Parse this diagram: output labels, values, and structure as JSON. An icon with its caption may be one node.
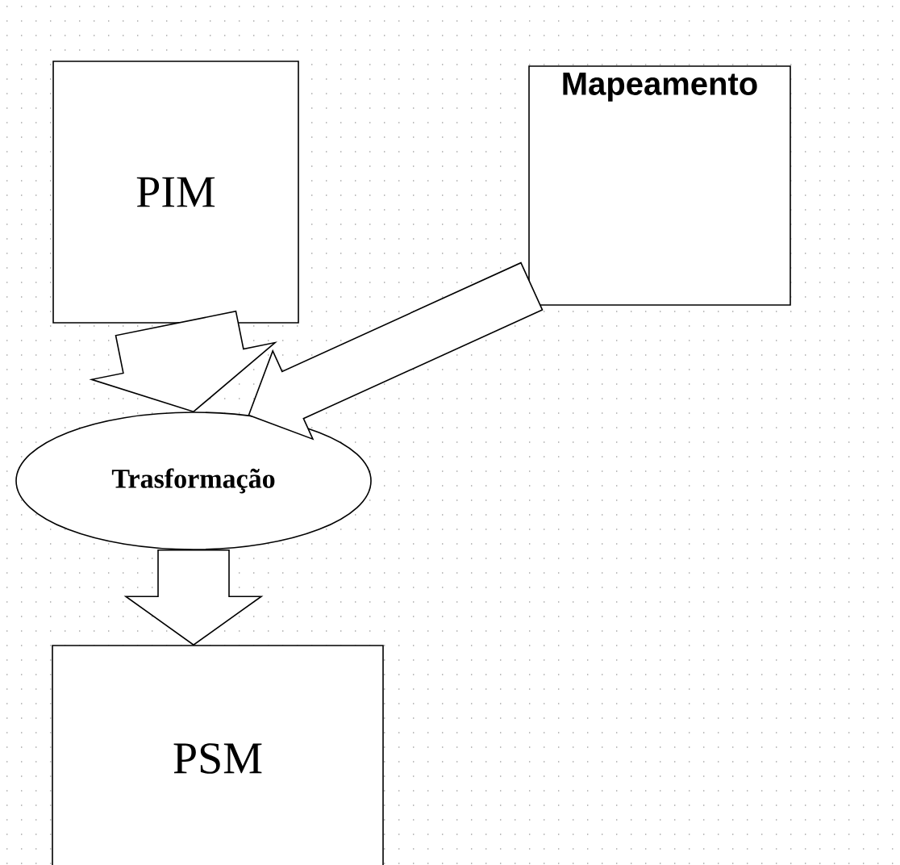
{
  "diagram": {
    "nodes": [
      {
        "text": [
          "PIM"
        ]
      },
      {
        "text": [
          "Mapeamento"
        ]
      },
      {
        "text": [
          "Trasformação"
        ]
      },
      {
        "text": [
          "PSM"
        ]
      }
    ],
    "edges": [
      {
        "from": 0,
        "to": 2,
        "arrow": "to"
      },
      {
        "from": 1,
        "to": 2,
        "arrow": "to"
      },
      {
        "from": 2,
        "to": 3,
        "arrow": "to"
      }
    ]
  }
}
